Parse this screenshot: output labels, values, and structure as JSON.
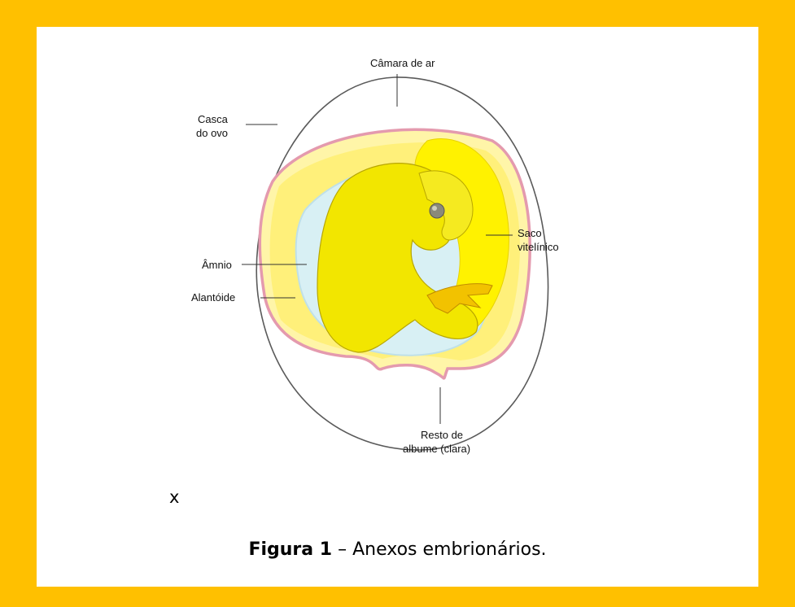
{
  "labels": {
    "air_chamber": "Câmara de ar",
    "shell_line1": "Casca",
    "shell_line2": "do ovo",
    "yolk_sac_line1": "Saco",
    "yolk_sac_line2": "vitelínico",
    "amnion": "Âmnio",
    "allantois": "Alantóide",
    "albumen_line1": "Resto de",
    "albumen_line2": "albume (clara)"
  },
  "stray_mark": "x",
  "caption": {
    "bold": "Figura 1",
    "text": " – Anexos embrionários."
  },
  "colors": {
    "frame": "#FFC000",
    "yolk": "#FFF200",
    "chick": "#F2E600",
    "allantois_membrane": "#E8A0B0",
    "amnion_fluid": "#D8F0F4"
  }
}
